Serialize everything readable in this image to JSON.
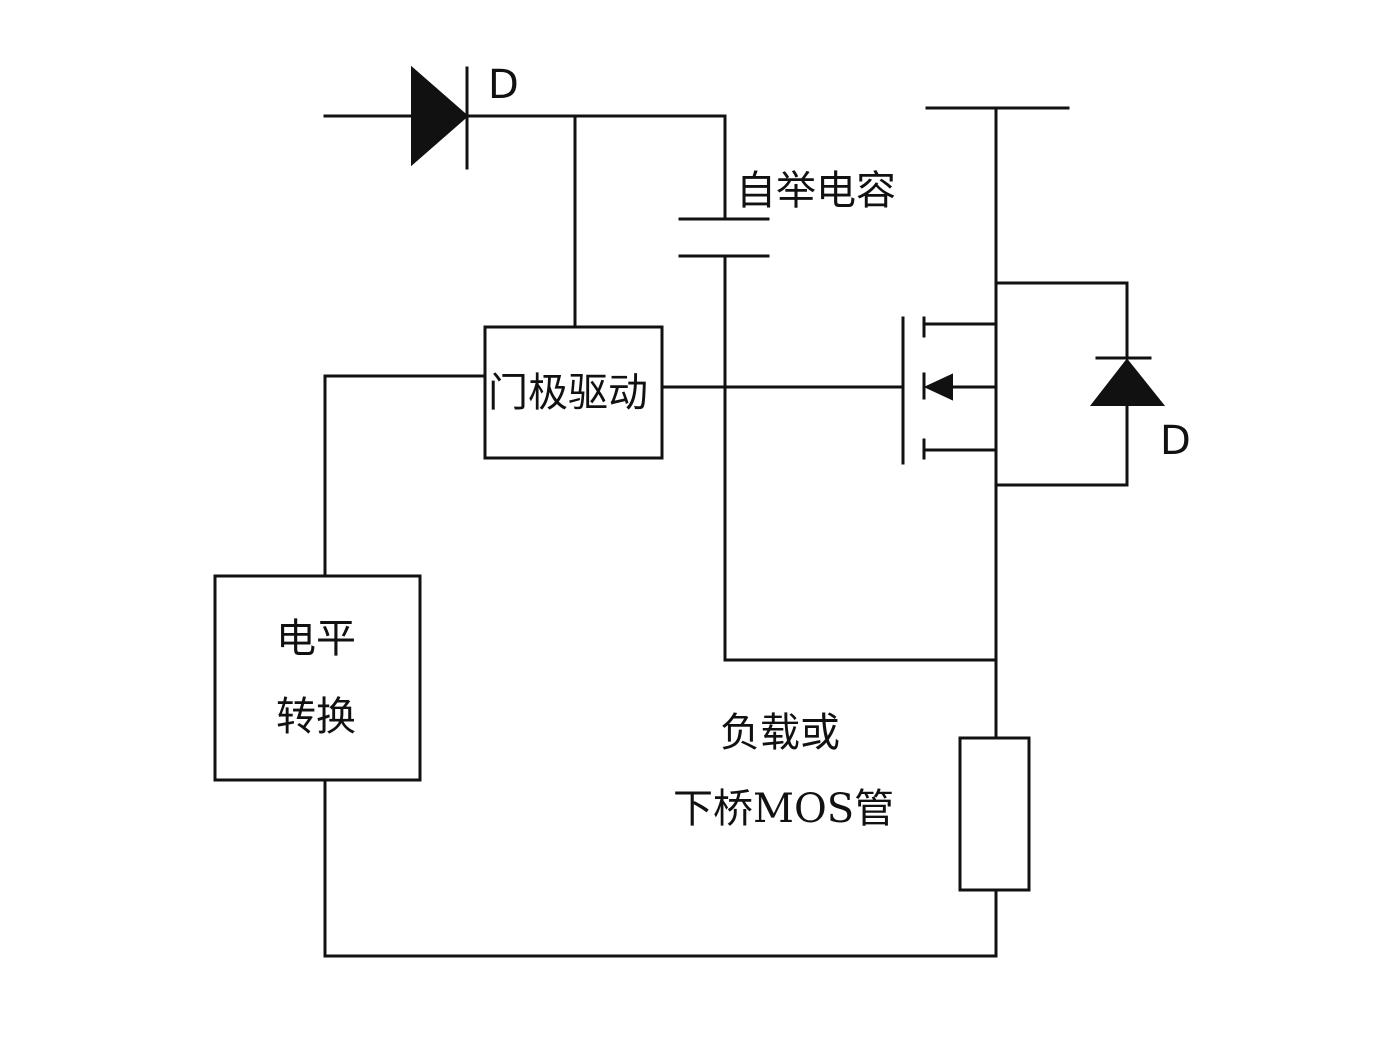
{
  "diagram": {
    "type": "circuit",
    "description_labels": {
      "top_diode": "D",
      "body_diode": "D",
      "bootstrap_capacitor": "自举电容",
      "gate_driver": "门极驱动",
      "level_shift_line1": "电平",
      "level_shift_line2": "转换",
      "load_line1": "负载或",
      "load_line2": "下桥MOS管"
    },
    "colors": {
      "line": "#111111",
      "background": "#ffffff"
    }
  }
}
